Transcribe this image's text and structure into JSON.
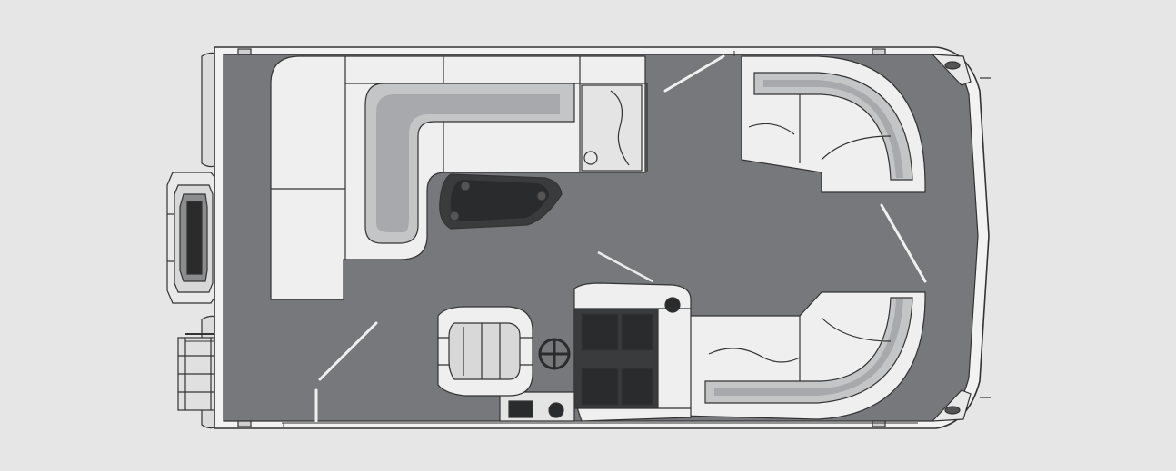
{
  "page": {
    "title": ""
  },
  "colors": {
    "background": "#e6e6e6",
    "deck": "#77787b",
    "rail": "#f2f2f2",
    "cushion": "#efefef",
    "cushion_shade": "#c4c5c7",
    "cushion_recess": "#a8a9ac",
    "outline": "#333333",
    "console_dark": "#3a3b3d"
  },
  "layout_items": [
    {
      "id": "bow-lounge-port",
      "kind": "seat"
    },
    {
      "id": "bow-lounge-starboard",
      "kind": "seat"
    },
    {
      "id": "aft-l-lounge",
      "kind": "seat"
    },
    {
      "id": "helm-chair",
      "kind": "seat"
    },
    {
      "id": "helm-console",
      "kind": "console"
    },
    {
      "id": "center-table",
      "kind": "table"
    },
    {
      "id": "rear-ladder",
      "kind": "ladder"
    },
    {
      "id": "outboard-motor",
      "kind": "motor"
    }
  ]
}
